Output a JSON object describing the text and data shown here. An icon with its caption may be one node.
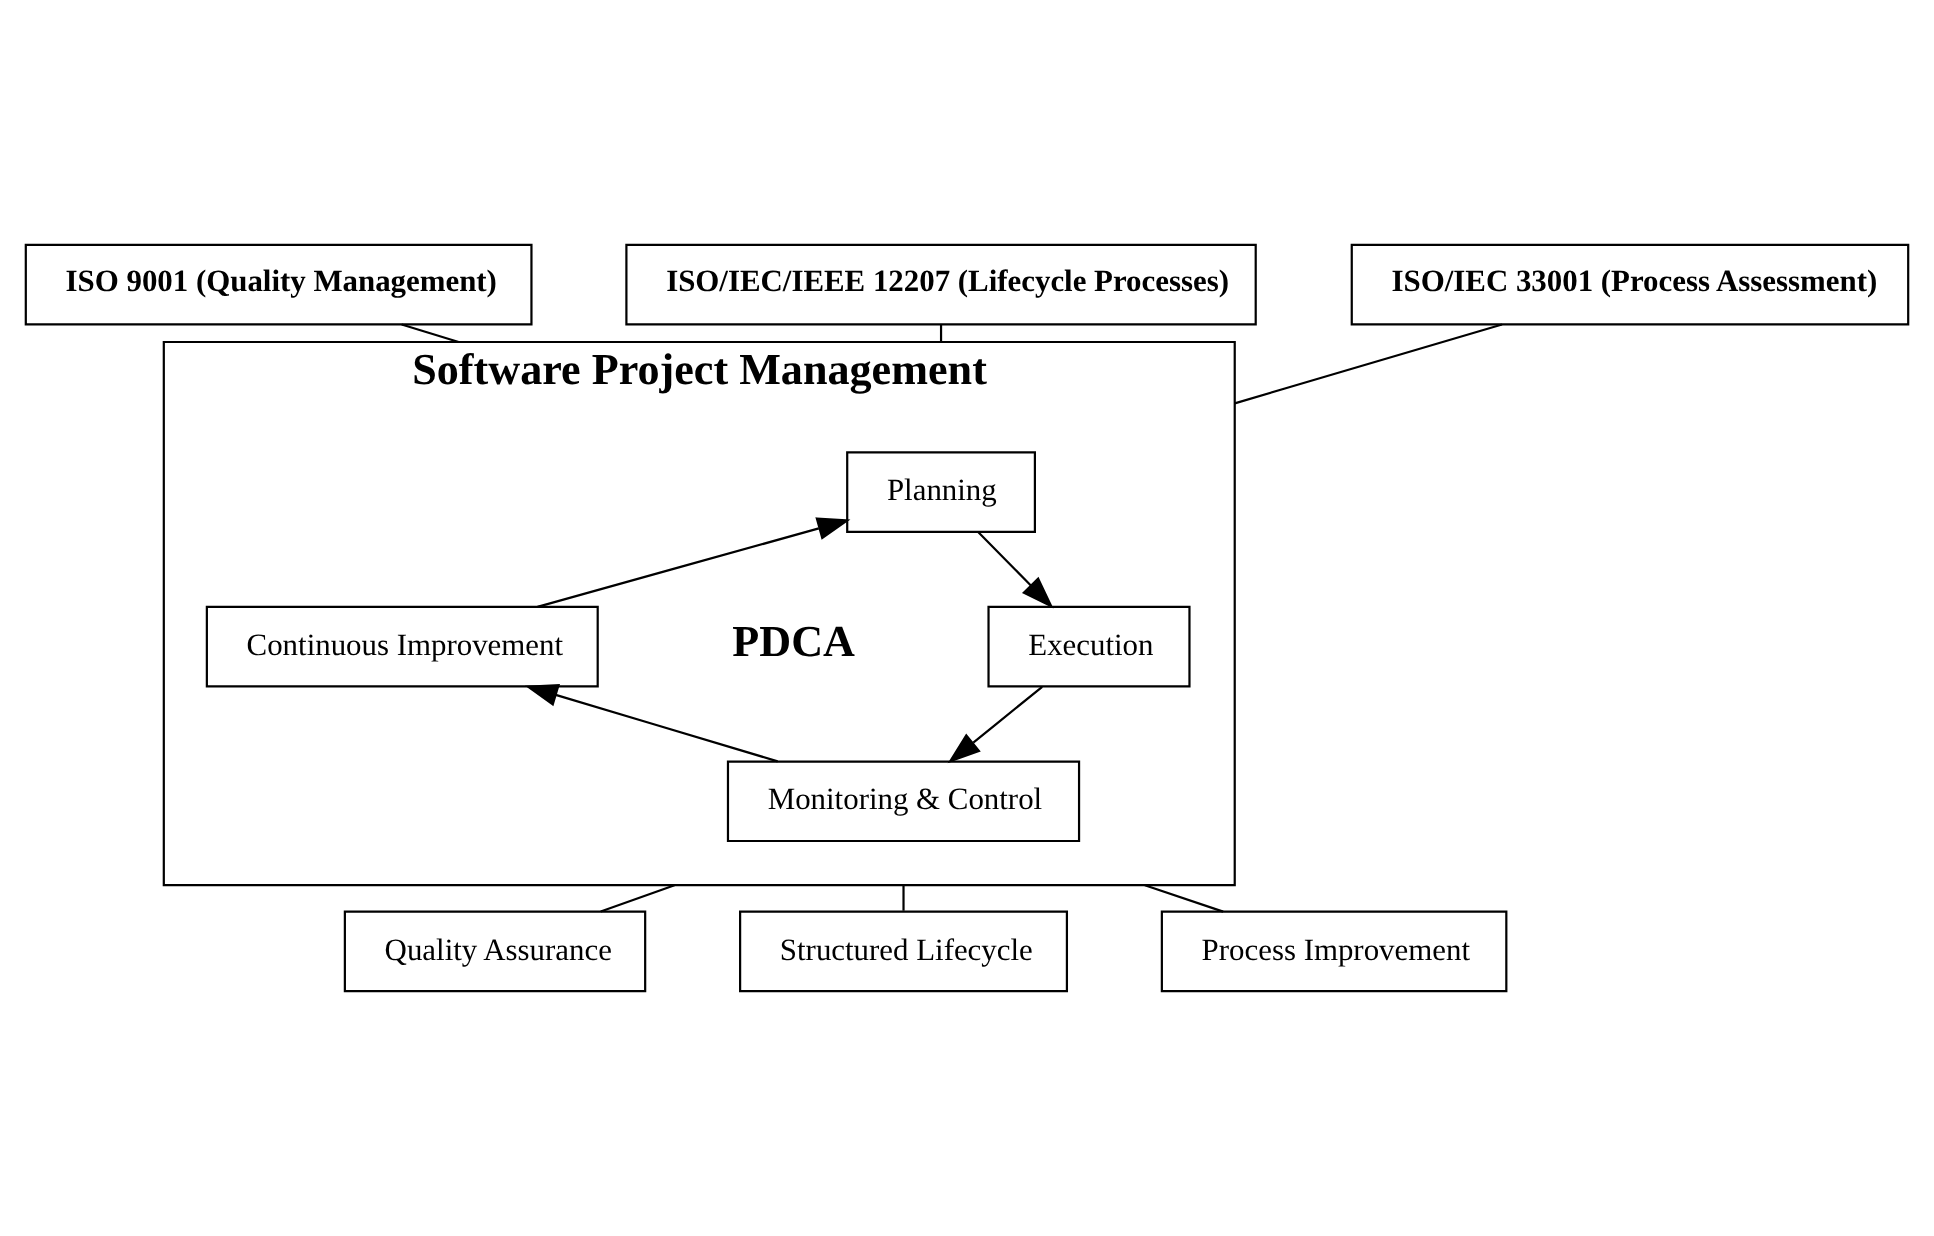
{
  "diagram": {
    "nodes": [
      {
        "text": [
          "ISO 9001 (Quality Management)"
        ]
      },
      {
        "text": [
          "ISO/IEC/IEEE 12207 (Lifecycle Processes)"
        ]
      },
      {
        "text": [
          "ISO/IEC 33001 (Process Assessment)"
        ]
      },
      {
        "text": [
          "Software Project Management"
        ]
      },
      {
        "text": [
          "Planning"
        ],
        "in": 3
      },
      {
        "text": [
          "Continuous Improvement"
        ],
        "in": 3
      },
      {
        "text": [
          "Execution"
        ],
        "in": 3
      },
      {
        "text": [
          "Monitoring & Control"
        ],
        "in": 3
      },
      {
        "text": [
          "Quality Assurance"
        ]
      },
      {
        "text": [
          "Structured Lifecycle"
        ]
      },
      {
        "text": [
          "Process Improvement"
        ]
      }
    ],
    "edges": [
      {
        "from": 0,
        "to": 3,
        "arrow": "none"
      },
      {
        "from": 1,
        "to": 3,
        "arrow": "none"
      },
      {
        "from": 2,
        "to": 3,
        "arrow": "none"
      },
      {
        "from": 4,
        "to": 6,
        "arrow": "to"
      },
      {
        "from": 6,
        "to": 7,
        "arrow": "to"
      },
      {
        "from": 7,
        "to": 5,
        "arrow": "to"
      },
      {
        "from": 5,
        "to": 4,
        "arrow": "to"
      },
      {
        "from": 3,
        "to": 8,
        "arrow": "none"
      },
      {
        "from": 3,
        "to": 9,
        "arrow": "none"
      },
      {
        "from": 3,
        "to": 10,
        "arrow": "none"
      }
    ],
    "labels": [
      "PDCA"
    ]
  }
}
